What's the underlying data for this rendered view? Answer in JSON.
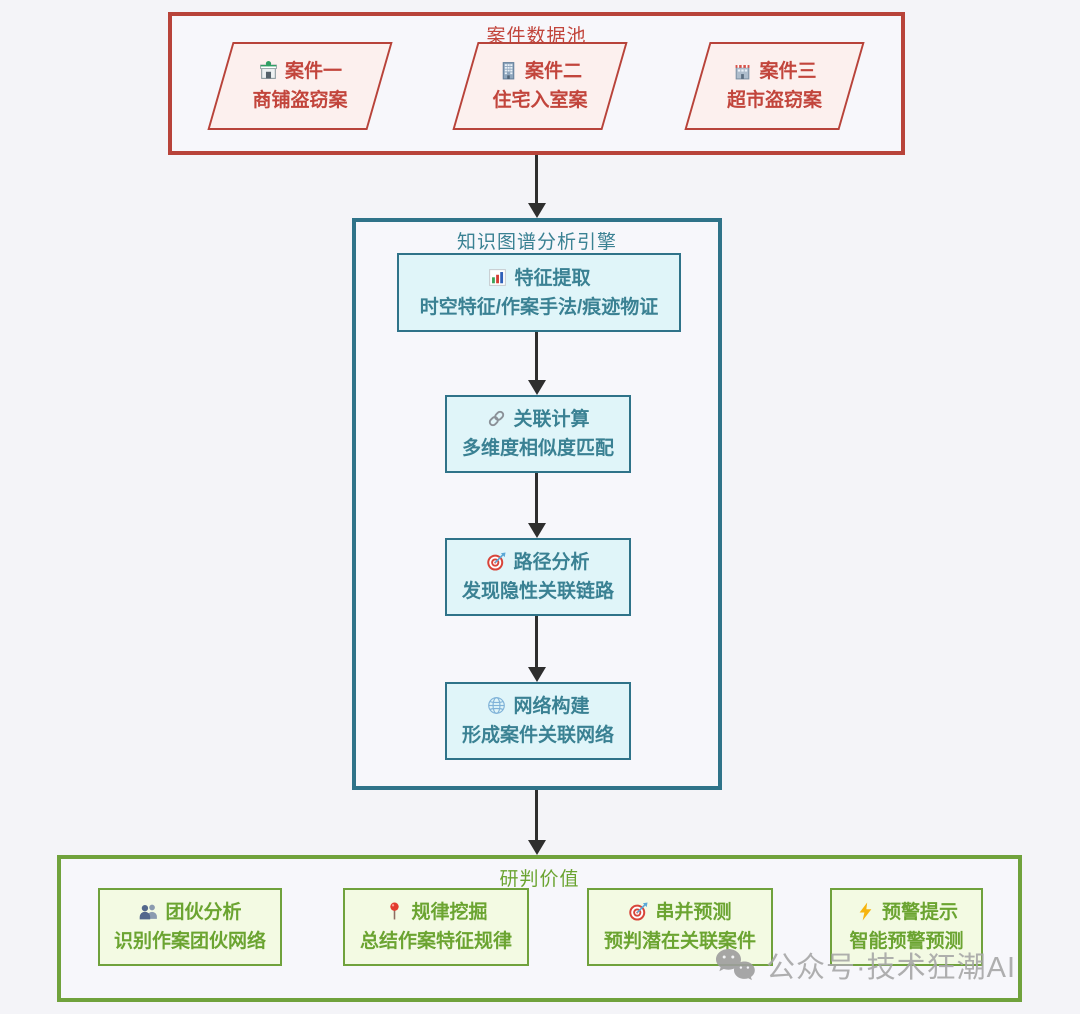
{
  "colors": {
    "page-bg": "#F4F4F8",
    "group-bg": "#F7F7FB",
    "red-border": "#B8433A",
    "red-text": "#C2453C",
    "red-fill": "#FCF0EE",
    "teal-border": "#2F7389",
    "teal-text": "#3A8193",
    "teal-fill": "#E0F5F9",
    "green-border": "#70A23C",
    "green-text": "#6BA431",
    "green-fill": "#F3FAE3",
    "arrow": "#2E2E2E",
    "watermark": "#A7A7A7"
  },
  "groups": {
    "cases": {
      "title": "案件数据池",
      "nodes": [
        {
          "icon": "store-icon",
          "title": "案件一",
          "subtitle": "商铺盗窃案"
        },
        {
          "icon": "office-building-icon",
          "title": "案件二",
          "subtitle": "住宅入室案"
        },
        {
          "icon": "department-store-icon",
          "title": "案件三",
          "subtitle": "超市盗窃案"
        }
      ]
    },
    "engine": {
      "title": "知识图谱分析引擎",
      "nodes": [
        {
          "icon": "bar-chart-icon",
          "title": "特征提取",
          "subtitle": "时空特征/作案手法/痕迹物证"
        },
        {
          "icon": "link-icon",
          "title": "关联计算",
          "subtitle": "多维度相似度匹配"
        },
        {
          "icon": "target-icon",
          "title": "路径分析",
          "subtitle": "发现隐性关联链路"
        },
        {
          "icon": "globe-icon",
          "title": "网络构建",
          "subtitle": "形成案件关联网络"
        }
      ]
    },
    "value": {
      "title": "研判价值",
      "nodes": [
        {
          "icon": "people-icon",
          "title": "团伙分析",
          "subtitle": "识别作案团伙网络"
        },
        {
          "icon": "pushpin-icon",
          "title": "规律挖掘",
          "subtitle": "总结作案特征规律"
        },
        {
          "icon": "target-icon",
          "title": "串并预测",
          "subtitle": "预判潜在关联案件"
        },
        {
          "icon": "lightning-icon",
          "title": "预警提示",
          "subtitle": "智能预警预测"
        }
      ]
    }
  },
  "watermark": {
    "icon": "wechat-icon",
    "text": "公众号·技术狂潮AI"
  }
}
